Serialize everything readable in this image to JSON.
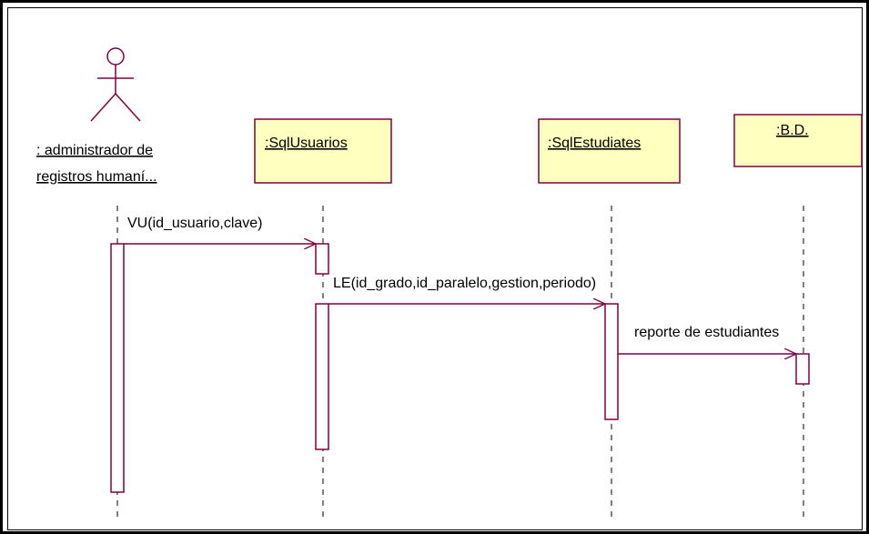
{
  "colors": {
    "line": "#800040",
    "box_fill": "#ffffc0",
    "text": "#000000"
  },
  "actor": {
    "label_line1": ": administrador de",
    "label_line2": "registros humaní..."
  },
  "objects": [
    {
      "id": "sqlusuarios",
      "label": ":SqlUsuarios"
    },
    {
      "id": "sqlestudiates",
      "label": ":SqlEstudiates"
    },
    {
      "id": "bd",
      "label": ":B.D."
    }
  ],
  "messages": [
    {
      "id": "msg-vu",
      "label": "VU(id_usuario,clave)"
    },
    {
      "id": "msg-le",
      "label": "LE(id_grado,id_paralelo,gestion,periodo)"
    },
    {
      "id": "msg-reporte",
      "label": "reporte de estudiantes"
    }
  ]
}
